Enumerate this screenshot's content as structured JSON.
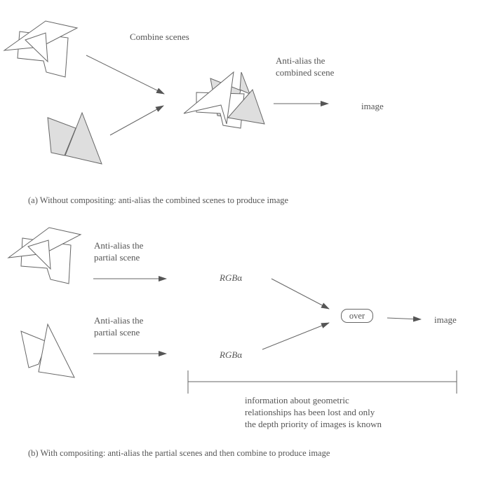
{
  "top": {
    "combine_label": "Combine scenes",
    "antialias_label_line1": "Anti-alias the",
    "antialias_label_line2": "combined scene",
    "output_label": "image",
    "caption": "(a)  Without compositing: anti-alias the combined scenes to produce image"
  },
  "bottom": {
    "upper_label_line1": "Anti-alias the",
    "upper_label_line2": "partial scene",
    "lower_label_line1": "Anti-alias the",
    "lower_label_line2": "partial scene",
    "rgba_upper_prefix": "RGB",
    "rgba_upper_suffix": "α",
    "rgba_lower_prefix": "RGB",
    "rgba_lower_suffix": "α",
    "over_label": "over",
    "output_label": "image",
    "note_line1": "information about geometric",
    "note_line2": "relationships has been lost and only",
    "note_line3": "the depth priority of images is known",
    "caption": "(b)  With compositing: anti-alias the partial scenes and then combine to produce image"
  },
  "colors": {
    "stroke": "#666666",
    "shade": "#dedede",
    "fill": "#ffffff"
  }
}
